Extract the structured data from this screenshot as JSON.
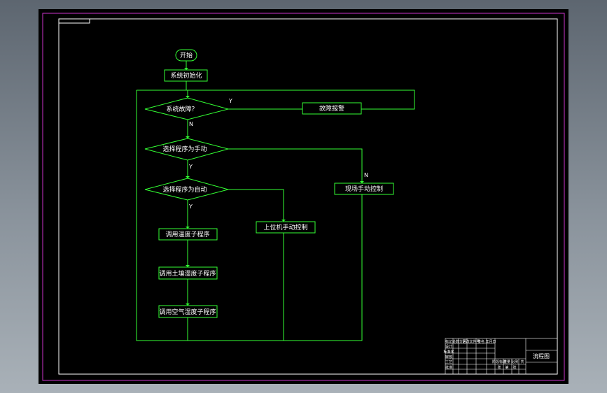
{
  "diagram": {
    "nodes": {
      "start": "开始",
      "init": "系统初始化",
      "fault_check": "系统故障？",
      "fault_alarm": "故障报警",
      "manual_select": "选择程序为手动",
      "auto_select": "选择程序为自动",
      "field_manual": "现场手动控制",
      "pc_manual": "上位机手动控制",
      "temp_sub": "调用温度子程序",
      "soil_sub": "调用土壤湿度子程序",
      "air_sub": "调用空气湿度子程序"
    },
    "edge_labels": {
      "fault_yes": "Y",
      "fault_no": "N",
      "manual_no": "N",
      "manual_yes": "Y",
      "auto_yes": "Y"
    }
  },
  "title_block": {
    "title": "流程图",
    "cells": [
      "标记",
      "处数",
      "分区",
      "更改文件号",
      "签名",
      "年月日",
      "设计",
      "标准化",
      "审核",
      "工艺",
      "批准",
      "阶段标记",
      "重量",
      "比例",
      "共",
      "张",
      "第",
      "张"
    ]
  },
  "colors": {
    "viewport_bg": "#000000",
    "frame": "#ffffff",
    "border": "#cc33cc",
    "flow": "#33ff33",
    "text": "#ffffff"
  }
}
